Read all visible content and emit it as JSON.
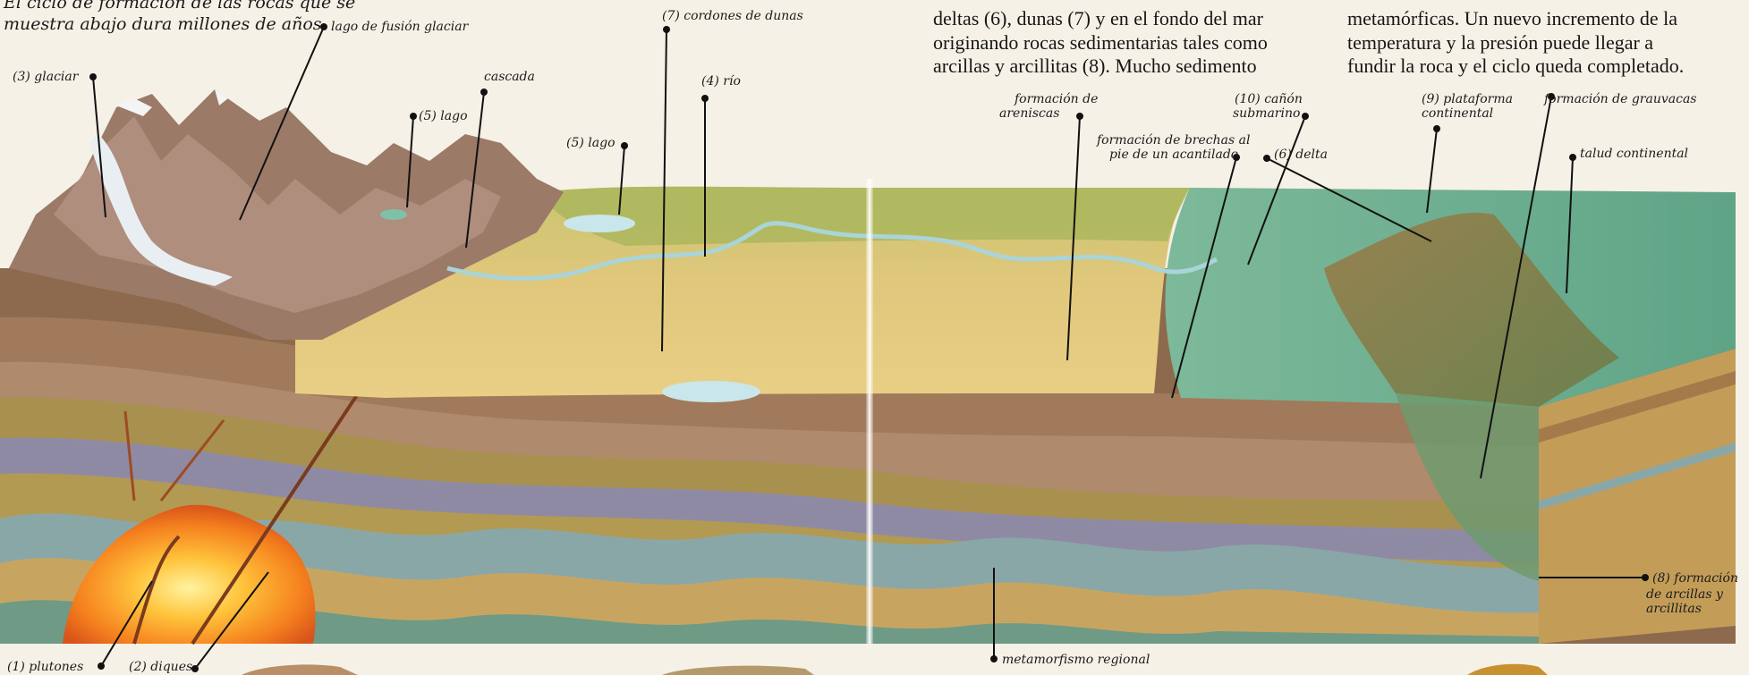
{
  "intro_caption": {
    "line1": "El ciclo de formación de las rocas que se",
    "line2": "muestra abajo dura millones de años."
  },
  "body_text_center": {
    "line0": "deltas (6), dunas (7) y en el fondo del mar",
    "line1": "originando rocas sedimentarias tales como",
    "line2": "arcillas y arcillitas (8). Mucho sedimento"
  },
  "body_text_right": {
    "line0": "metamórficas. Un nuevo incremento de la",
    "line1": "temperatura y la presión puede llegar a",
    "line2": "fundir la roca y el ciclo queda completado."
  },
  "labels": {
    "lago_fusion_glaciar": "lago de fusión glaciar",
    "glaciar": "(3) glaciar",
    "cascada": "cascada",
    "lago5_a": "(5) lago",
    "lago5_b": "(5) lago",
    "cordones_dunas": "(7) cordones de dunas",
    "rio": "(4) río",
    "areniscas_1": "formación de",
    "areniscas_2": "areniscas",
    "brechas_1": "formación de brechas al",
    "brechas_2": "pie de un acantilado",
    "canon_1": "(10) cañón",
    "canon_2": "submarino",
    "delta": "(6) delta",
    "plataforma_1": "(9) plataforma",
    "plataforma_2": "continental",
    "grauvacas": "formación de grauvacas",
    "talud": "talud continental",
    "arcillas_1": "(8) formación",
    "arcillas_2": "de arcillas y",
    "arcillas_3": "arcillitas",
    "plutones": "(1) plutones",
    "diques": "(2) diques",
    "metamorfismo": "metamorfismo regional"
  },
  "colors": {
    "page": "#f6f1e6",
    "sea": "#6fae8f",
    "plain": "#d8c078",
    "magma": "#f5801e",
    "leader": "#111111"
  }
}
